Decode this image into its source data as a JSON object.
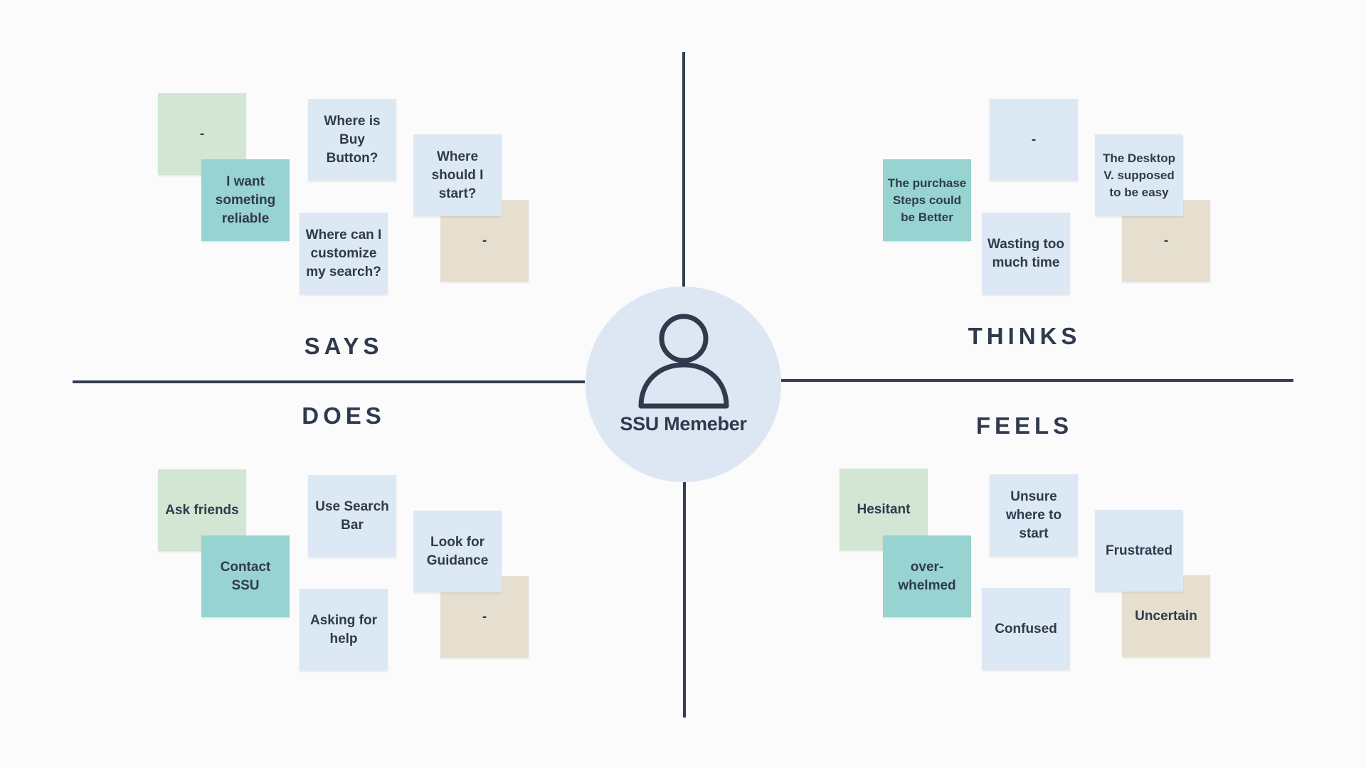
{
  "center": {
    "label": "SSU Memeber",
    "icon": "person-icon"
  },
  "quadrants": {
    "says": {
      "title": "SAYS",
      "notes": [
        "-",
        "I want someting reliable",
        "Where is Buy Button?",
        "Where can I customize my search?",
        "Where should I start?",
        "-"
      ]
    },
    "thinks": {
      "title": "THINKS",
      "notes": [
        "-",
        "The purchase Steps could be Better",
        "Wasting too much time",
        "The Desktop V. supposed to be easy",
        "-"
      ]
    },
    "does": {
      "title": "DOES",
      "notes": [
        "Ask friends",
        "Contact SSU",
        "Use Search Bar",
        "Asking for help",
        "Look for Guidance",
        "-"
      ]
    },
    "feels": {
      "title": "FEELS",
      "notes": [
        "Hesitant",
        "over-whelmed",
        "Unsure where to start",
        "Confused",
        "Frustrated",
        "Uncertain"
      ]
    }
  },
  "colors": {
    "green": "#d2e6d3",
    "teal": "#97d3d0",
    "blue": "#dce8f4",
    "tan": "#e6dfcf",
    "ink": "#2f3a4d",
    "line": "#353f52",
    "circle": "#dce7f3"
  }
}
